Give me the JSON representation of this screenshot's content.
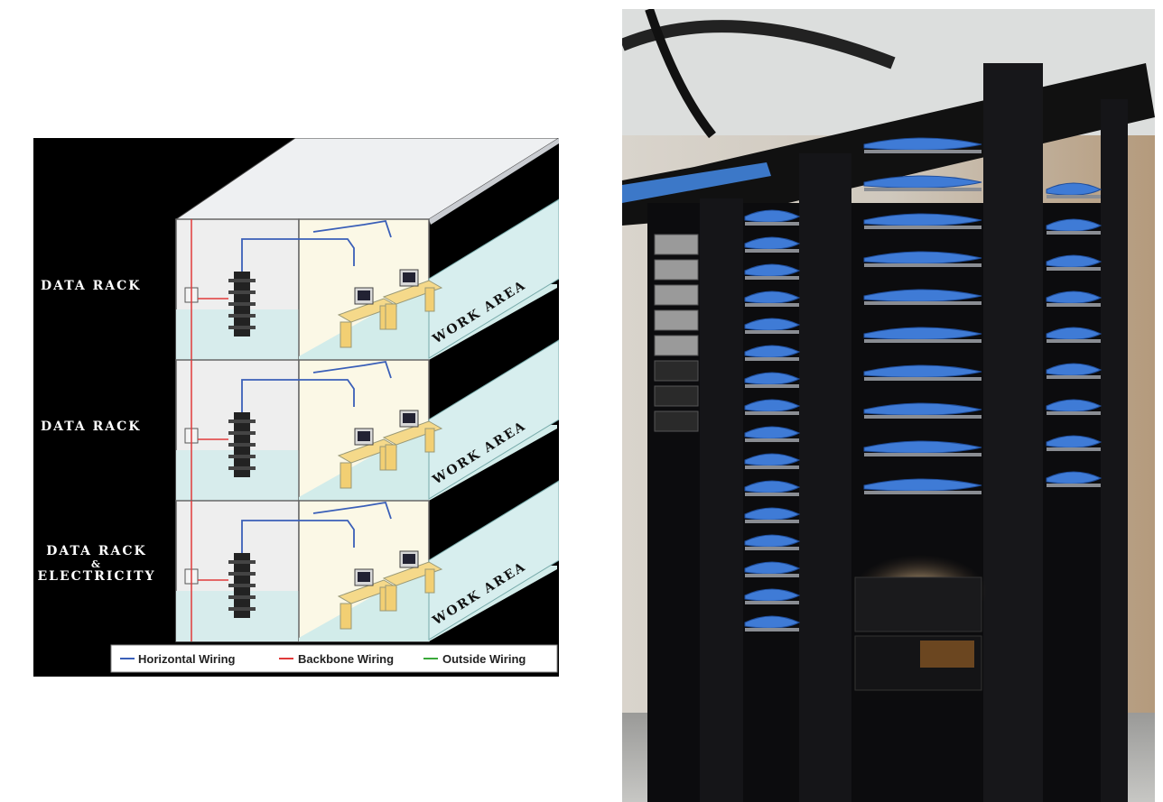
{
  "diagram": {
    "floors": [
      {
        "rack_label_lines": [
          "DATA RACK"
        ],
        "work_area_label": "WORK AREA"
      },
      {
        "rack_label_lines": [
          "DATA RACK"
        ],
        "work_area_label": "WORK AREA"
      },
      {
        "rack_label_lines": [
          "DATA RACK",
          "&",
          "ELECTRICITY"
        ],
        "work_area_label": "WORK AREA"
      }
    ],
    "legend": [
      {
        "label": "Horizontal Wiring",
        "color": "#3a5fb8"
      },
      {
        "label": "Backbone Wiring",
        "color": "#e03a3a"
      },
      {
        "label": "Outside Wiring",
        "color": "#3aa83a"
      }
    ]
  },
  "photo": {
    "icon": "server-rack-photo"
  }
}
